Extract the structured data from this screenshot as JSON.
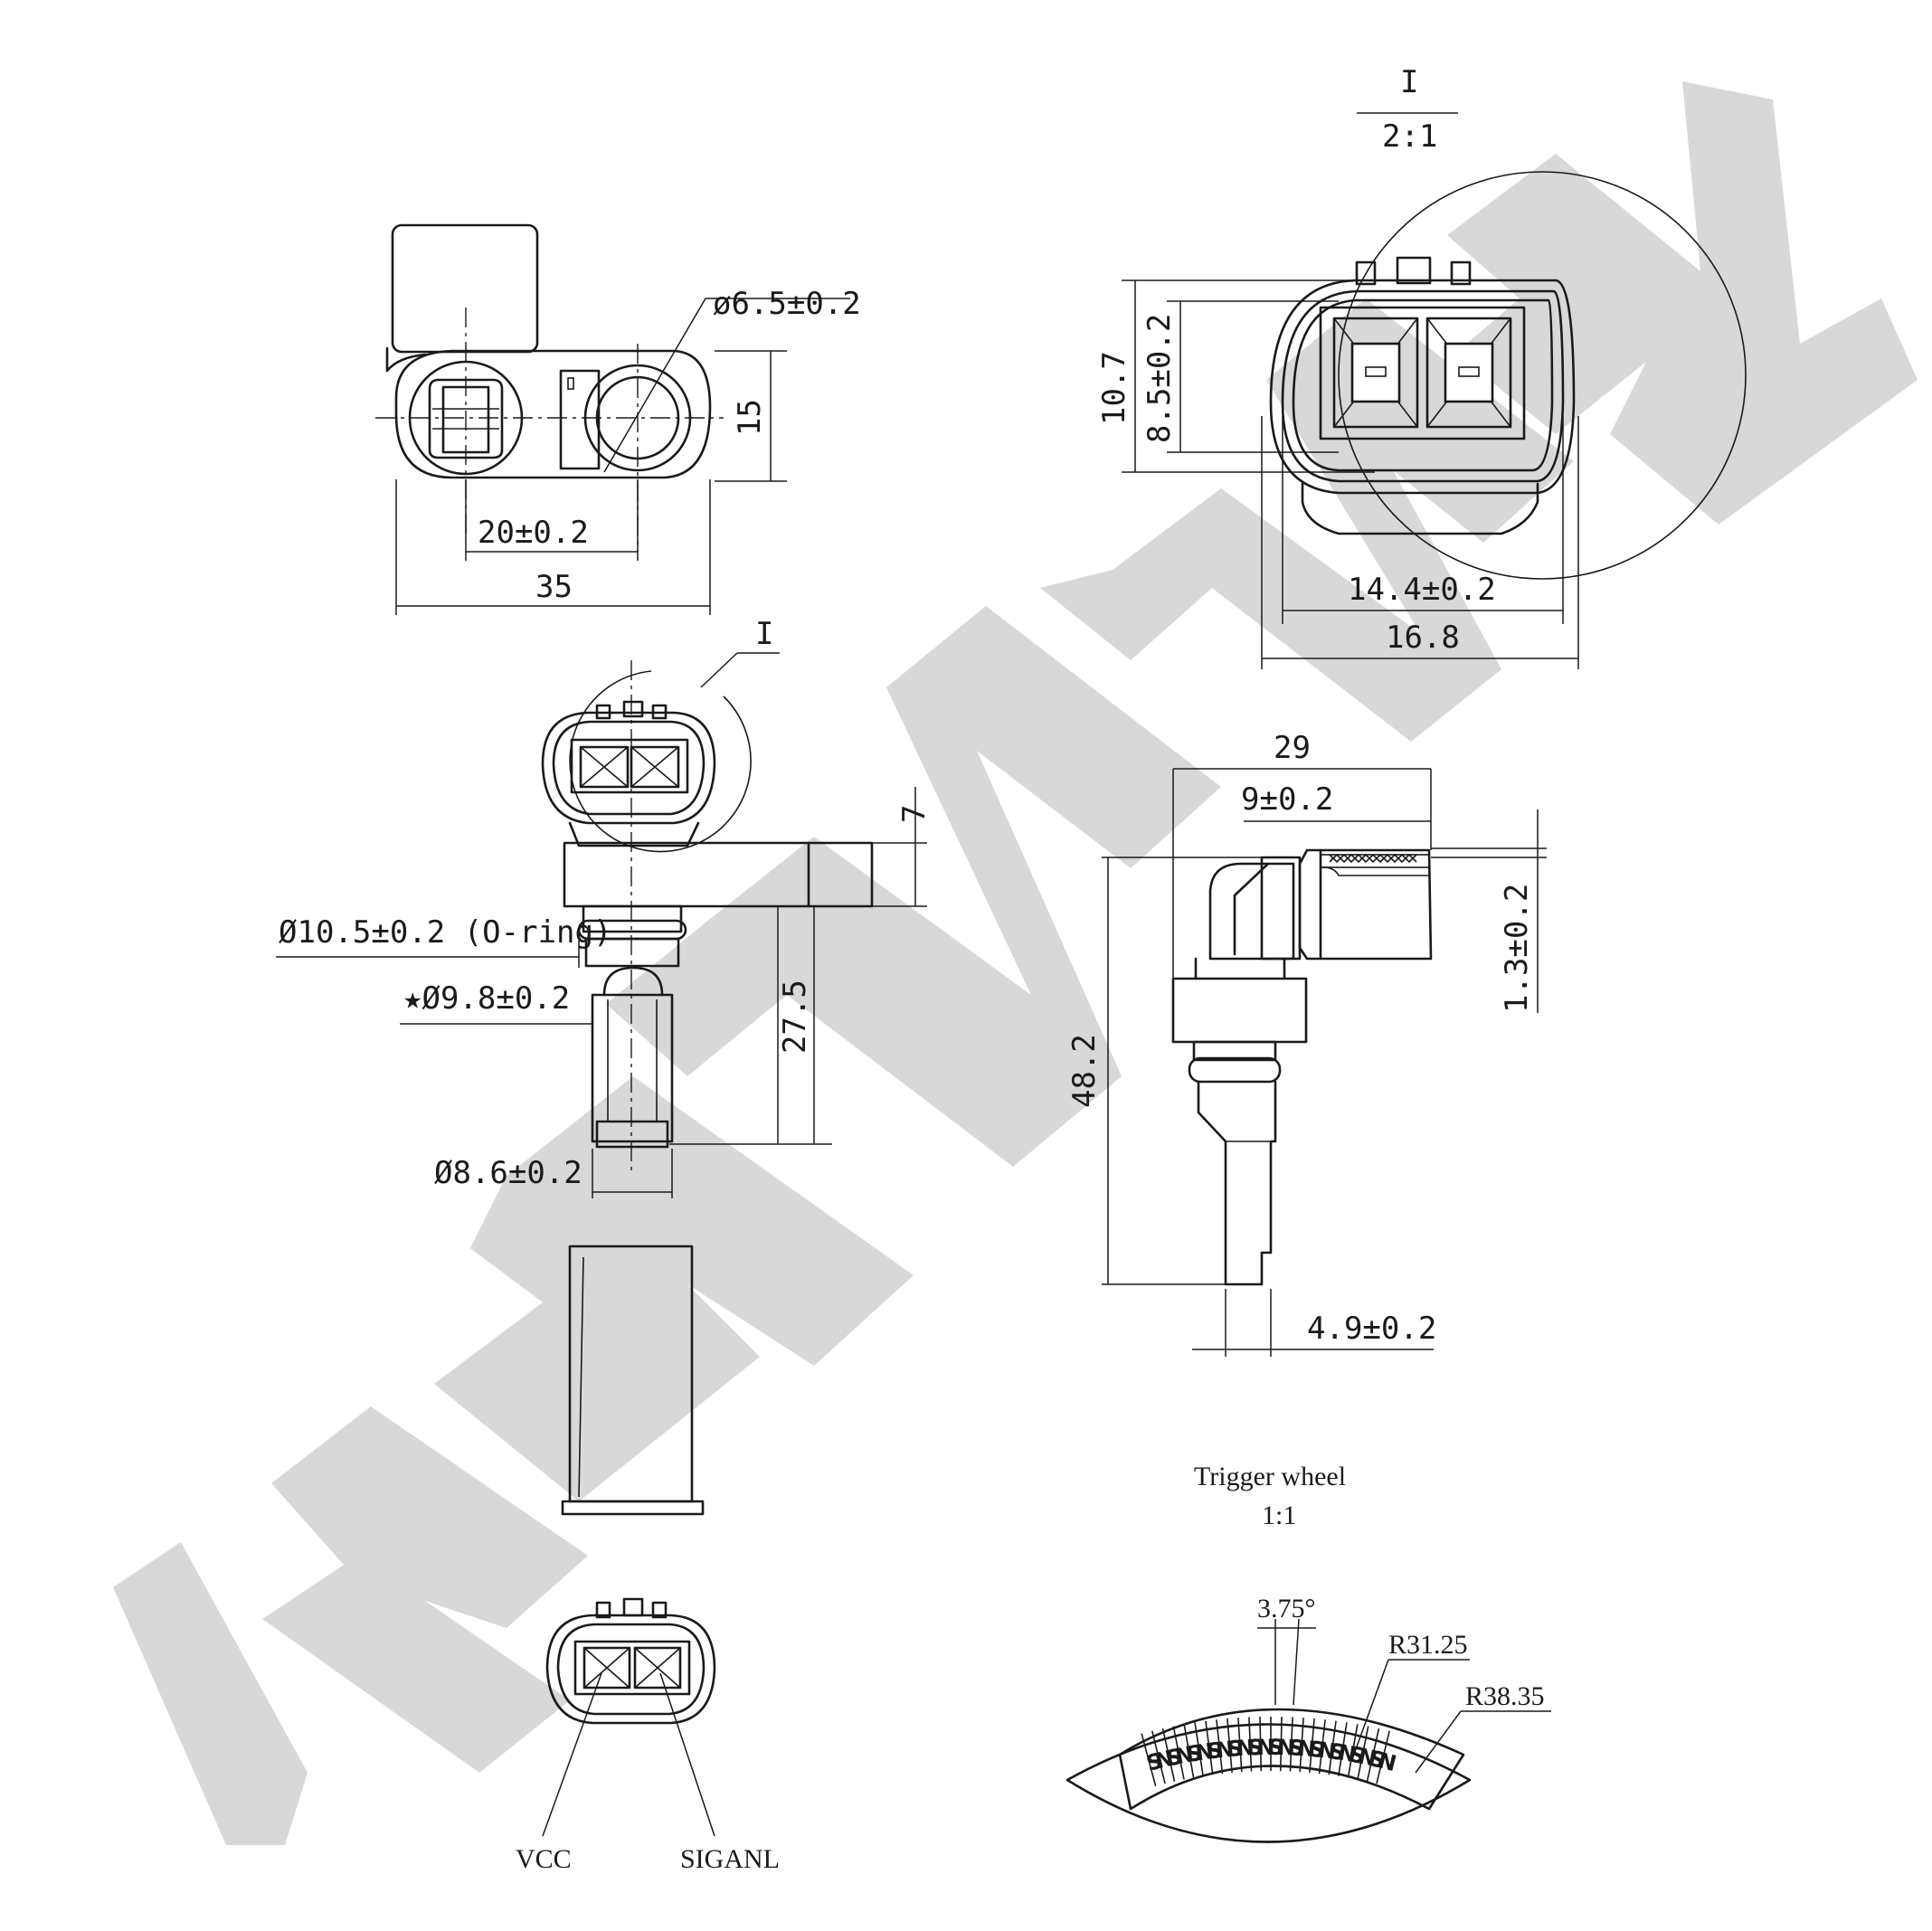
{
  "watermark": {
    "text": "ZENNEK",
    "color": "#c9c9c9"
  },
  "detail": {
    "id": "I",
    "scale": "2:1"
  },
  "dimensions": {
    "hole_dia": "ø6.5±0.2",
    "height_15": "15",
    "pitch": "20±0.2",
    "width_35": "35",
    "conn_10_7": "10.7",
    "conn_8_5": "8.5±0.2",
    "conn_14_4": "14.4±0.2",
    "conn_16_8": "16.8",
    "flange_7": "7",
    "oring": "Ø10.5±0.2 (O-ring)",
    "body_9_8": "★Ø9.8±0.2",
    "depth_27_5": "27.5",
    "tip_8_6": "Ø8.6±0.2",
    "len_29": "29",
    "len_9": "9±0.2",
    "gap_1_3": "1.3±0.2",
    "height_48_2": "48.2",
    "tip_4_9": "4.9±0.2"
  },
  "pins": {
    "vcc": "VCC",
    "signal": "SIGANL"
  },
  "trigger_wheel": {
    "title": "Trigger wheel",
    "scale": "1:1",
    "angle": "3.75°",
    "inner_radius": "R31.25",
    "outer_radius": "R38.35",
    "poles": [
      "S",
      "N",
      "S",
      "N",
      "S",
      "N",
      "S",
      "N",
      "S",
      "N",
      "S",
      "N",
      "S",
      "N",
      "S",
      "N",
      "S",
      "N",
      "S",
      "N",
      "S",
      "N",
      "S",
      "N"
    ]
  }
}
